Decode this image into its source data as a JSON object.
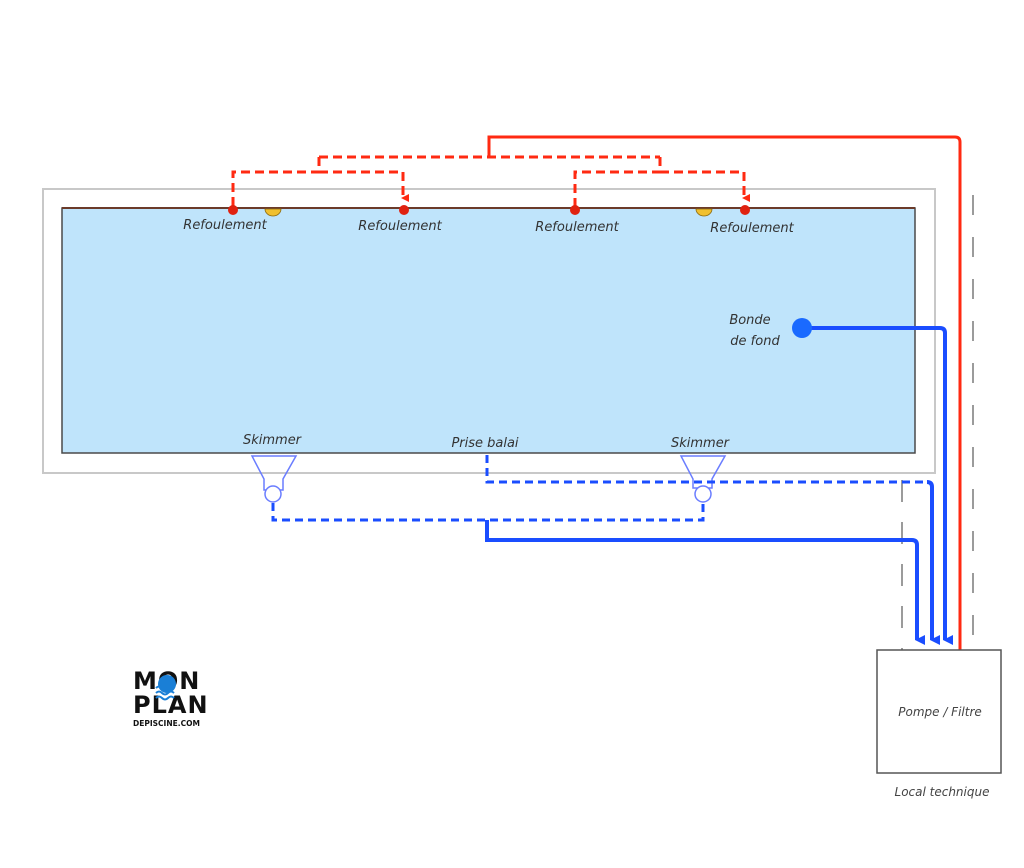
{
  "diagram": {
    "title": "Schéma hydraulique piscine",
    "colors": {
      "pool_water": "#bfe4fb",
      "pool_border": "#4a4a4a",
      "coping_top": "#6b3b2a",
      "deck_border": "#c8c8c8",
      "supply_line": "#ff2a12",
      "suction_line": "#1a4dff",
      "skimmer_outline": "#6a7dff",
      "return_nozzle": "#e0210f",
      "light": "#f0c030",
      "wall_dash": "#7a7a7a"
    },
    "returns": [
      {
        "label": "Refoulement"
      },
      {
        "label": "Refoulement"
      },
      {
        "label": "Refoulement"
      },
      {
        "label": "Refoulement"
      }
    ],
    "lights": [
      {
        "type": "spot"
      },
      {
        "type": "spot"
      }
    ],
    "skimmers": [
      {
        "label": "Skimmer"
      },
      {
        "label": "Skimmer"
      }
    ],
    "vacuum_inlet": {
      "label": "Prise balai"
    },
    "main_drain": {
      "line1": "Bonde",
      "line2": "de fond"
    },
    "equipment": {
      "box_label": "Pompe / Filtre",
      "room_label": "Local technique"
    },
    "logo": {
      "line1": "MON",
      "line2": "PLAN",
      "line3": "DEPISCINE.COM"
    }
  }
}
